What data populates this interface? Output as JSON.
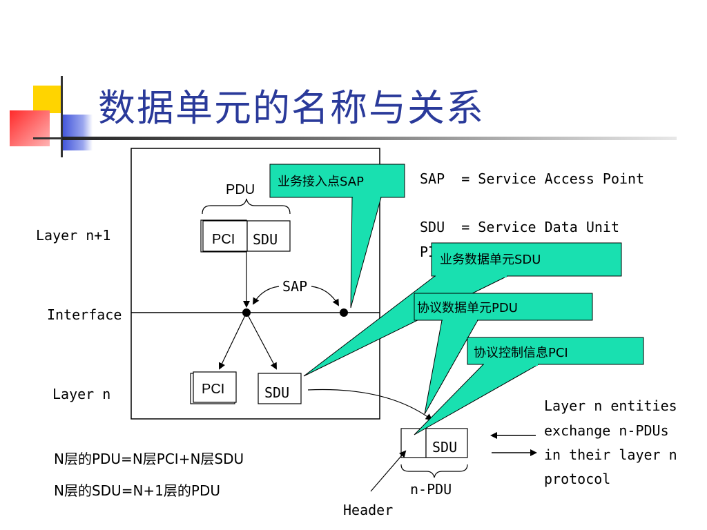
{
  "title": "数据单元的名称与关系",
  "labels": {
    "layer_n1": "Layer n+1",
    "interface": "Interface",
    "layer_n": "Layer n",
    "pdu_top": "PDU",
    "pci_top": "PCI",
    "sdu_top": "SDU",
    "sap": "SAP",
    "pci_bottom": "PCI",
    "sdu_bottom": "SDU",
    "sdu_npdu": "SDU",
    "npdu": "n-PDU",
    "header": "Header"
  },
  "definitions": {
    "sap": "SAP  = Service Access Point",
    "sdu": "SDU  = Service Data Unit",
    "pdu_partial": "PI"
  },
  "callouts": {
    "sap": "业务接入点SAP",
    "sdu": "业务数据单元SDU",
    "pdu": "协议数据单元PDU",
    "pci": "协议控制信息PCI"
  },
  "exchange_text": [
    "Layer n entities",
    "exchange n-PDUs",
    "in their layer n",
    "protocol"
  ],
  "formulas": [
    "N层的PDU=N层PCI+N层SDU",
    "N层的SDU=N+1层的PDU"
  ],
  "colors": {
    "title": "#2a3a9a",
    "callout_fill": "#19e0b0",
    "deco_yellow": "#ffd400",
    "deco_red": "#ff2a2a",
    "deco_blue": "#3b4fd8"
  }
}
